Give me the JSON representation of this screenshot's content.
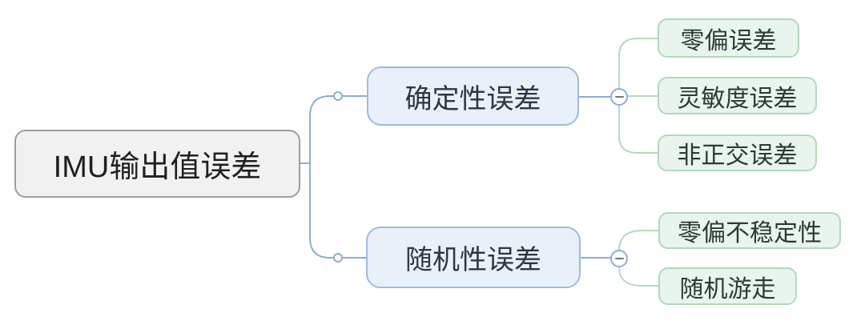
{
  "mindmap": {
    "root": {
      "label": "IMU输出值误差"
    },
    "branches": [
      {
        "label": "确定性误差",
        "collapse_icon": "minus-icon",
        "children": [
          {
            "label": "零偏误差"
          },
          {
            "label": "灵敏度误差"
          },
          {
            "label": "非正交误差"
          }
        ]
      },
      {
        "label": "随机性误差",
        "collapse_icon": "minus-icon",
        "children": [
          {
            "label": "零偏不稳定性"
          },
          {
            "label": "随机游走"
          }
        ]
      }
    ],
    "colors": {
      "background": "#ffffff",
      "root_fill": "#f1f1f1",
      "root_border": "#9d9d9d",
      "branch_fill": "#e9f0fa",
      "branch_border": "#9fbadd",
      "child_fill": "#e9f4ed",
      "child_border": "#b2d8bb",
      "connector_blue": "#8cadd8",
      "connector_green": "#b5dabd",
      "collapse_minus": "#76766e"
    }
  }
}
